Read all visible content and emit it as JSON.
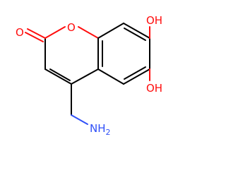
{
  "molecule": {
    "atom_labels": {
      "ring_oxygen": "O",
      "carbonyl_oxygen": "O",
      "hydroxyl_top": "OH",
      "hydroxyl_bottom": "OH",
      "amine": "NH2"
    },
    "colors": {
      "bond": "#000000",
      "oxygen": "#ff0d0d",
      "nitrogen": "#3050f8"
    }
  }
}
